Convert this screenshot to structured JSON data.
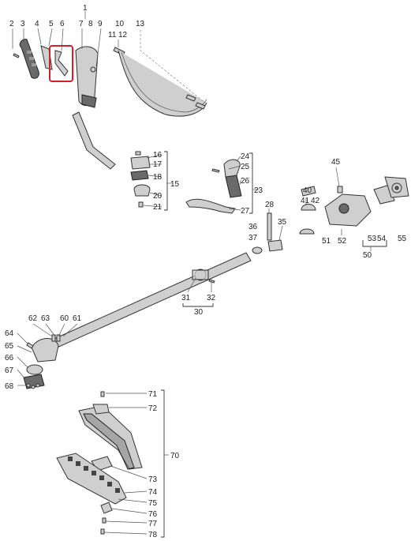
{
  "labels": {
    "p1": "1",
    "p2": "2",
    "p3": "3",
    "p4": "4",
    "p5": "5",
    "p6": "6",
    "p7": "7",
    "p8": "8",
    "p9": "9",
    "p10": "10",
    "p11": "11",
    "p12": "12",
    "p13": "13",
    "p15": "15",
    "p16": "16",
    "p17": "17",
    "p18": "18",
    "p20": "20",
    "p21": "21",
    "p23": "23",
    "p24": "24",
    "p25": "25",
    "p26": "26",
    "p27": "27",
    "p28": "28",
    "p30": "30",
    "p31": "31",
    "p32": "32",
    "p35": "35",
    "p36": "36",
    "p37": "37",
    "p40": "40",
    "p41": "41",
    "p42": "42",
    "p45": "45",
    "p50": "50",
    "p51": "51",
    "p52": "52",
    "p53": "53",
    "p54": "54",
    "p55": "55",
    "p60": "60",
    "p61": "61",
    "p62": "62",
    "p63": "63",
    "p64": "64",
    "p65": "65",
    "p66": "66",
    "p67": "67",
    "p68": "68",
    "p70": "70",
    "p71": "71",
    "p72": "72",
    "p73": "73",
    "p74": "74",
    "p75": "75",
    "p76": "76",
    "p77": "77",
    "p78": "78"
  },
  "highlight": {
    "part": "6",
    "color": "#d0212a"
  }
}
